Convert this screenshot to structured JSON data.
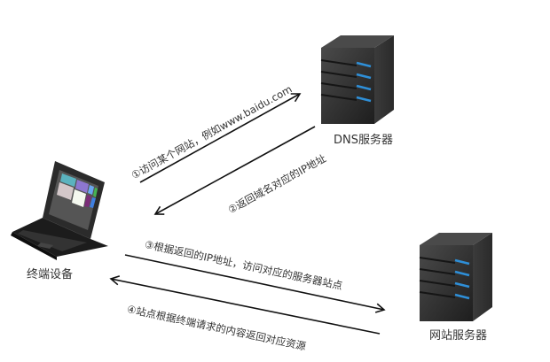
{
  "nodes": {
    "terminal": {
      "label": "终端设备",
      "icon": "laptop-icon"
    },
    "dns": {
      "label": "DNS服务器",
      "icon": "server-icon"
    },
    "web": {
      "label": "网站服务器",
      "icon": "server-icon"
    }
  },
  "steps": [
    {
      "label": "①访问某个网站，例如www.baidu.com",
      "from": "terminal",
      "to": "dns"
    },
    {
      "label": "②返回域名对应的IP地址",
      "from": "dns",
      "to": "terminal"
    },
    {
      "label": "③根据返回的IP地址，访问对应的服务器站点",
      "from": "terminal",
      "to": "web"
    },
    {
      "label": "④站点根据终端请求的内容返回对应资源",
      "from": "web",
      "to": "terminal"
    }
  ],
  "colors": {
    "server_body": "#3a3a3a",
    "server_led": "#2e8fd8",
    "arrow": "#111111",
    "screen_tiles": [
      "#5bb3bf",
      "#8d77d0",
      "#6aa8f0",
      "#45b352",
      "#d3c7c9",
      "#f4f8ef",
      "#7b2d78",
      "#3f7fe0"
    ]
  }
}
